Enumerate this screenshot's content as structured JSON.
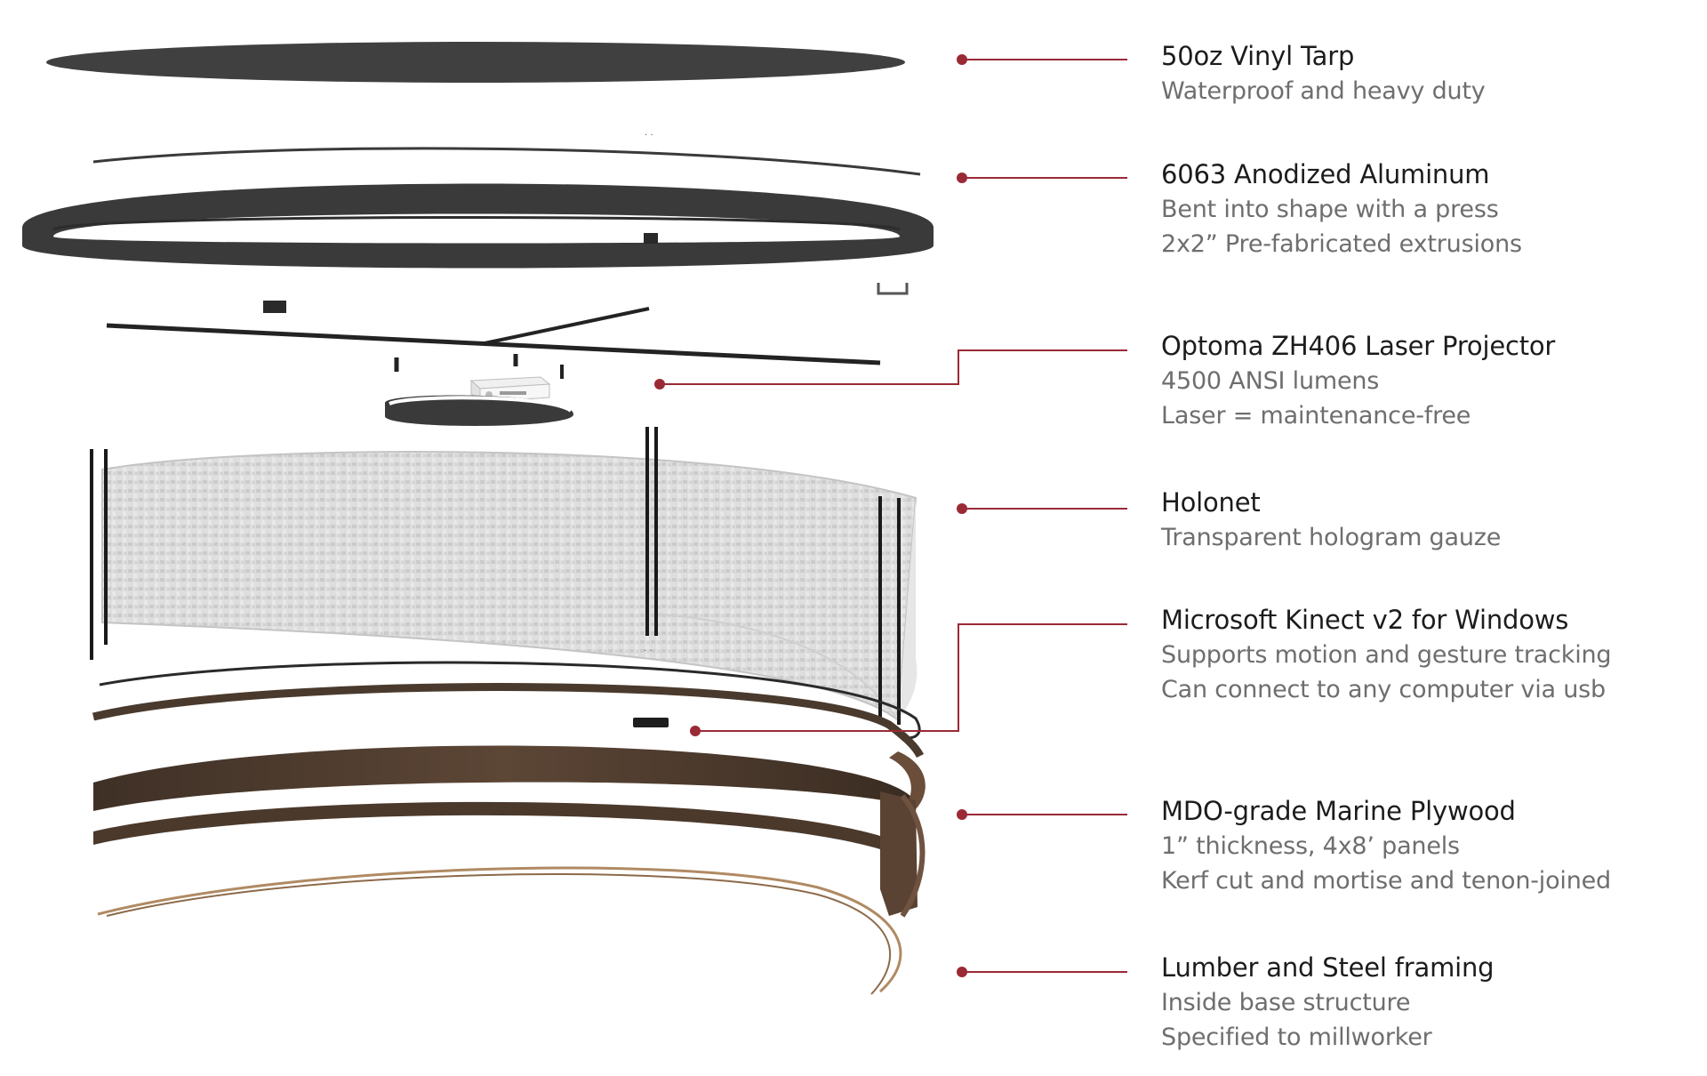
{
  "colors": {
    "leader": "#9a2a36",
    "label_title": "#1c1c1c",
    "label_desc": "#6e6e6e",
    "tarp": "#404040",
    "aluminum": "#3a3a3a",
    "holonet": "#d7d7d7",
    "plywood": "#4e3b2e",
    "lumber": "#b08a63"
  },
  "labels": [
    {
      "id": "tarp",
      "title": "50oz Vinyl Tarp",
      "lines": [
        "Waterproof and heavy duty"
      ]
    },
    {
      "id": "aluminum",
      "title": "6063 Anodized Aluminum",
      "lines": [
        "Bent into shape with a press",
        "2x2” Pre-fabricated extrusions"
      ]
    },
    {
      "id": "projector",
      "title": "Optoma ZH406 Laser Projector",
      "lines": [
        "4500 ANSI lumens",
        "Laser = maintenance-free"
      ]
    },
    {
      "id": "holonet",
      "title": "Holonet",
      "lines": [
        "Transparent hologram gauze"
      ]
    },
    {
      "id": "kinect",
      "title": "Microsoft Kinect v2 for Windows",
      "lines": [
        "Supports motion and gesture tracking",
        "Can connect to any computer via usb"
      ]
    },
    {
      "id": "plywood",
      "title": "MDO-grade Marine Plywood",
      "lines": [
        "1” thickness, 4x8’ panels",
        "Kerf cut and mortise and tenon-joined"
      ]
    },
    {
      "id": "lumber",
      "title": "Lumber and Steel framing",
      "lines": [
        "Inside base structure",
        "Specified to millworker"
      ]
    }
  ]
}
